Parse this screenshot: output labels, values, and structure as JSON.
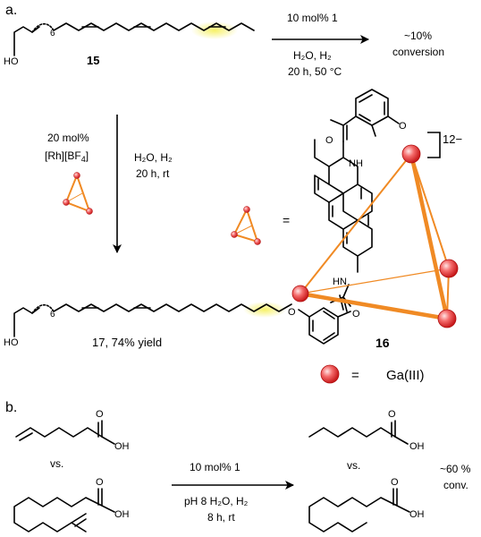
{
  "section_a": {
    "label": "a.",
    "compound_15_label": "15",
    "subscript_6": "6",
    "ho": "HO",
    "arrow1_line1": "10 mol% 1",
    "arrow1_line2": "H₂O, H₂",
    "arrow1_line3": "20 h, 50 °C",
    "result1_line1": "~10%",
    "result1_line2": "conversion",
    "down_arrow_left_line1": "20 mol%",
    "down_arrow_left_line2": "[Rh][BF",
    "down_arrow_left_sub": "4",
    "down_arrow_left_close": "]",
    "down_arrow_right_line1": "H₂O, H₂",
    "down_arrow_right_line2": "20 h, rt",
    "equals": "=",
    "product_label": "17, 74%  yield",
    "cage_label": "16",
    "charge": "12−",
    "ga_equals": "=",
    "ga_label": "Ga(III)",
    "nh_top": "NH",
    "nh_bottom": "HN",
    "o_top_right": "O",
    "o_bottom_left": "O"
  },
  "section_b": {
    "label": "b.",
    "oh_1": "OH",
    "o_1": "O",
    "oh_2": "OH",
    "o_2": "O",
    "vs_left": "vs.",
    "arrow_line1": "10 mol% 1",
    "arrow_line2": "pH 8 H₂O, H₂",
    "arrow_line3": "8 h, rt",
    "oh_3": "OH",
    "o_3": "O",
    "oh_4": "OH",
    "o_4": "O",
    "vs_right": "vs.",
    "conv_line1": "~60 %",
    "conv_line2": "conv."
  },
  "colors": {
    "cage_orange": "#f08a24",
    "ga_red": "#e8282a",
    "highlight_yellow": "#f4f07a"
  }
}
